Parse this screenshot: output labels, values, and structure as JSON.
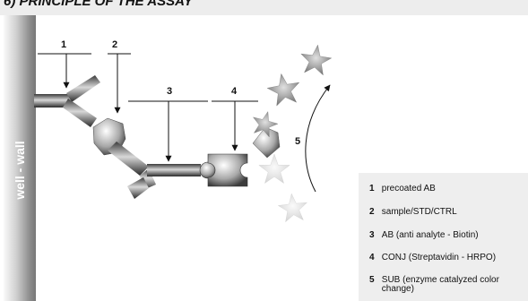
{
  "header": {
    "title": "6) PRINCIPLE OF THE ASSAY"
  },
  "wall_label": "well - wall",
  "callouts": [
    "1",
    "2",
    "3",
    "4",
    "5"
  ],
  "legend": [
    {
      "num": "1",
      "text": "precoated AB"
    },
    {
      "num": "2",
      "text": "sample/STD/CTRL"
    },
    {
      "num": "3",
      "text": "AB (anti analyte - Biotin)"
    },
    {
      "num": "4",
      "text": "CONJ (Streptavidin - HRPO)"
    },
    {
      "num": "5",
      "text": "SUB (enzyme catalyzed color change)"
    }
  ]
}
